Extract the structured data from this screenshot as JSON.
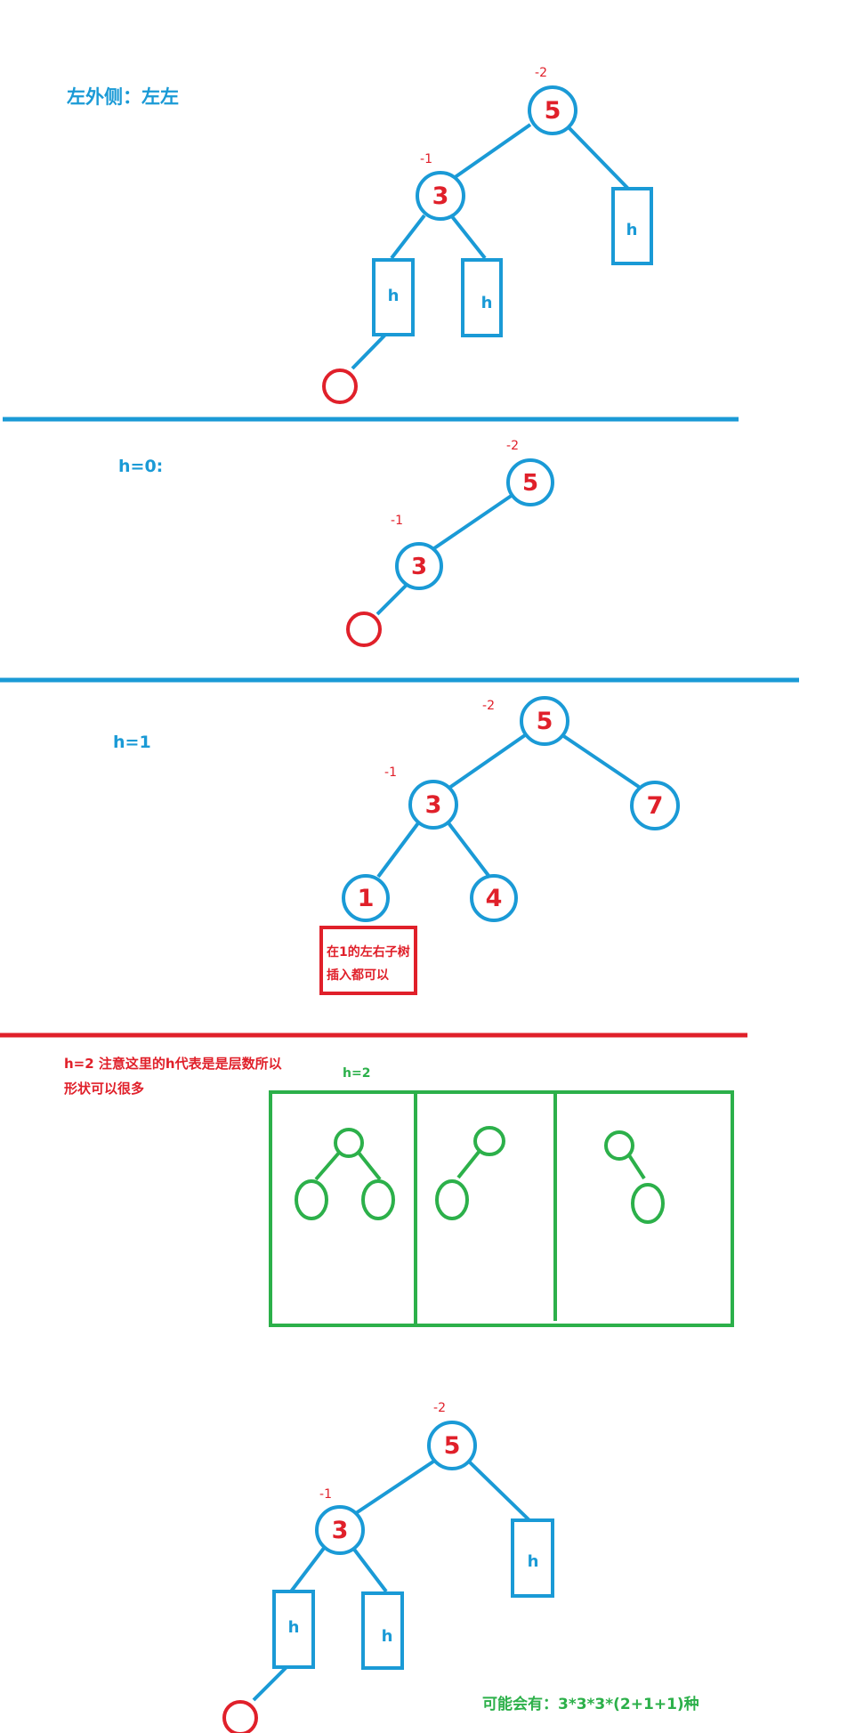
{
  "section1": {
    "title": "左外侧：左左",
    "root": {
      "value": "5",
      "bf": "-2"
    },
    "left": {
      "value": "3",
      "bf": "-1"
    },
    "subtree_label": "h"
  },
  "section2": {
    "title": "h=0:",
    "root": {
      "value": "5",
      "bf": "-2"
    },
    "left": {
      "value": "3",
      "bf": "-1"
    }
  },
  "section3": {
    "title": "h=1",
    "root": {
      "value": "5",
      "bf": "-2"
    },
    "left": {
      "value": "3",
      "bf": "-1"
    },
    "right": {
      "value": "7"
    },
    "left_left": {
      "value": "1"
    },
    "left_right": {
      "value": "4"
    },
    "note_line1": "在1的左右子树",
    "note_line2": "插入都可以"
  },
  "section4": {
    "title_line1": "h=2  注意这里的h代表是是层数所以",
    "title_line2": "形状可以很多",
    "box_label": "h=2"
  },
  "section5": {
    "root": {
      "value": "5",
      "bf": "-2"
    },
    "left": {
      "value": "3",
      "bf": "-1"
    },
    "subtree_label": "h",
    "possibilities": "可能会有：3*3*3*(2+1+1)种"
  },
  "colors": {
    "blue": "#1a9ad6",
    "red": "#e0202a",
    "green": "#2cb04a"
  }
}
